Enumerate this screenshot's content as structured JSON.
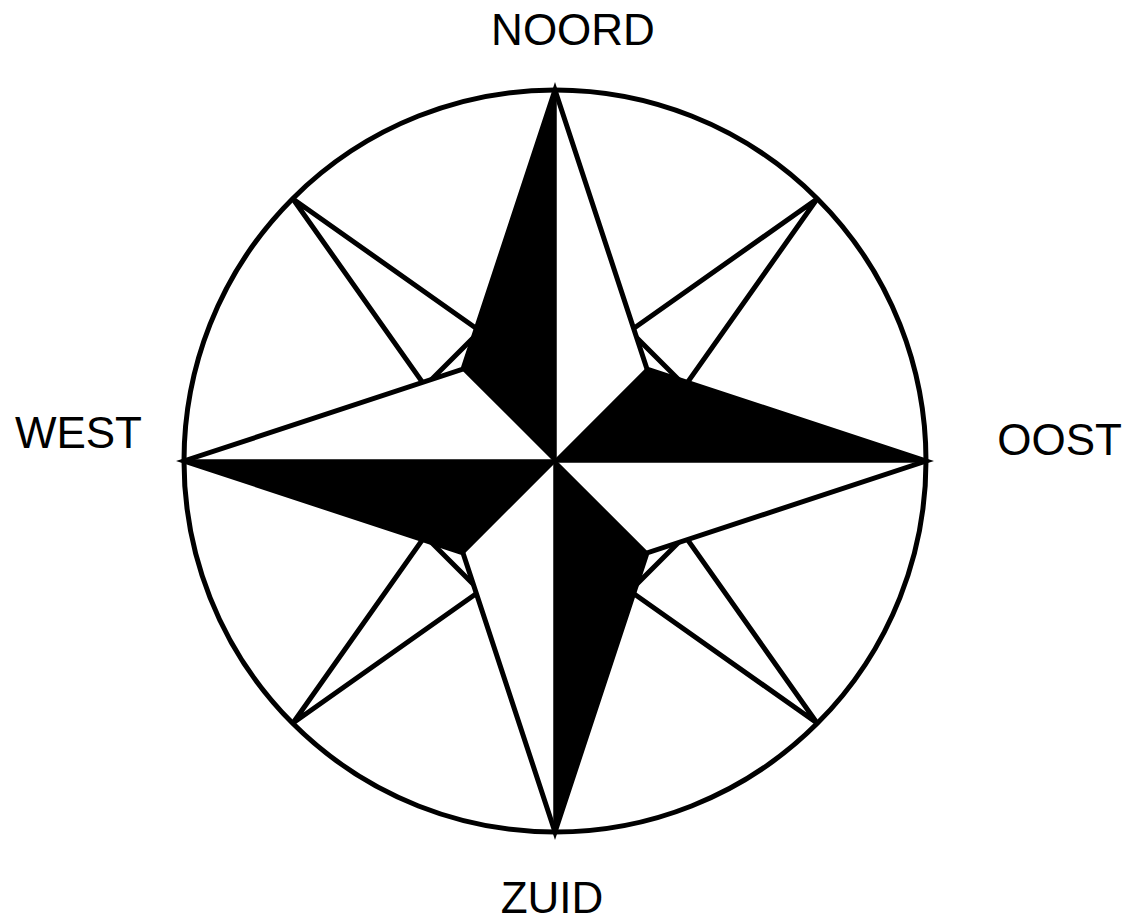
{
  "diagram": {
    "labels": [
      "NOORD",
      "WEST",
      "OOST",
      "ZUID"
    ]
  }
}
